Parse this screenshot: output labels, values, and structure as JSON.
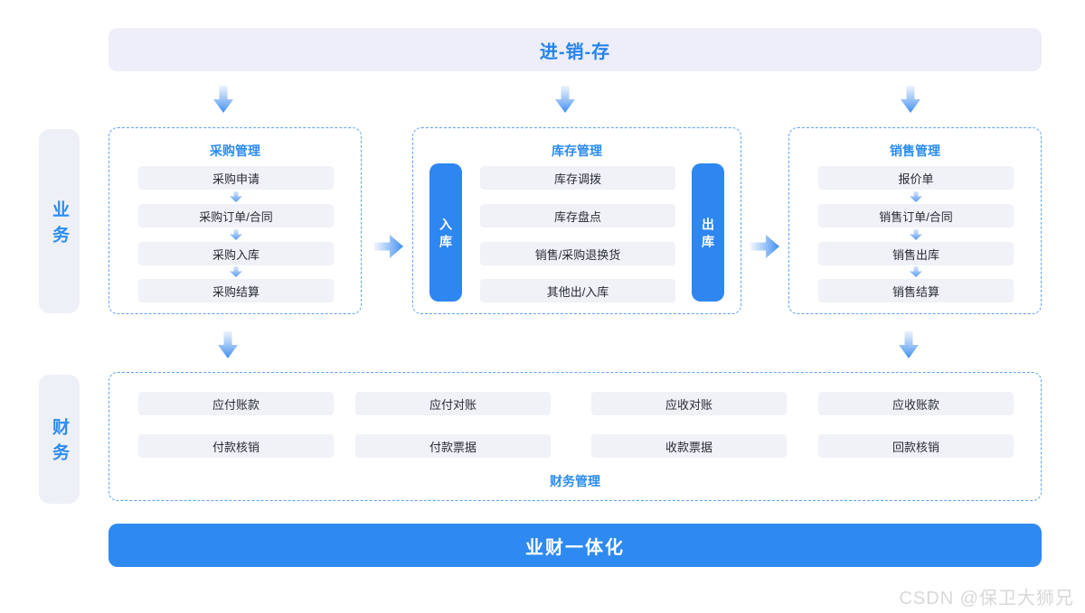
{
  "header": {
    "title": "进-销-存"
  },
  "sidebar": {
    "business_label": "业务",
    "finance_label": "财务"
  },
  "business": {
    "purchase": {
      "title": "采购管理",
      "items": [
        "采购申请",
        "采购订单/合同",
        "采购入库",
        "采购结算"
      ]
    },
    "inventory": {
      "title": "库存管理",
      "inbound_label": "入库",
      "outbound_label": "出库",
      "items": [
        "库存调拨",
        "库存盘点",
        "销售/采购退换货",
        "其他出/入库"
      ]
    },
    "sales": {
      "title": "销售管理",
      "items": [
        "报价单",
        "销售订单/合同",
        "销售出库",
        "销售结算"
      ]
    }
  },
  "finance": {
    "title": "财务管理",
    "items": [
      "应付账款",
      "应付对账",
      "应收对账",
      "应收账款",
      "付款核销",
      "付款票据",
      "收款票据",
      "回款核销"
    ]
  },
  "footer": {
    "title": "业财一体化"
  },
  "watermark": "CSDN @保卫大狮兄",
  "colors": {
    "accent_blue": "#2b8cf0",
    "header_text": "#2583ee",
    "banner_bg": "#edeef9",
    "solid_pill_blue": "#2e87f0",
    "bottom_banner_bg": "#2e8af0",
    "item_bg": "#f1f2f7",
    "item_text": "#262b35",
    "dashed_border": "#5ea5f5",
    "sidebar_bg": "#eef0f8",
    "watermark_text": "#d8d8d8"
  }
}
